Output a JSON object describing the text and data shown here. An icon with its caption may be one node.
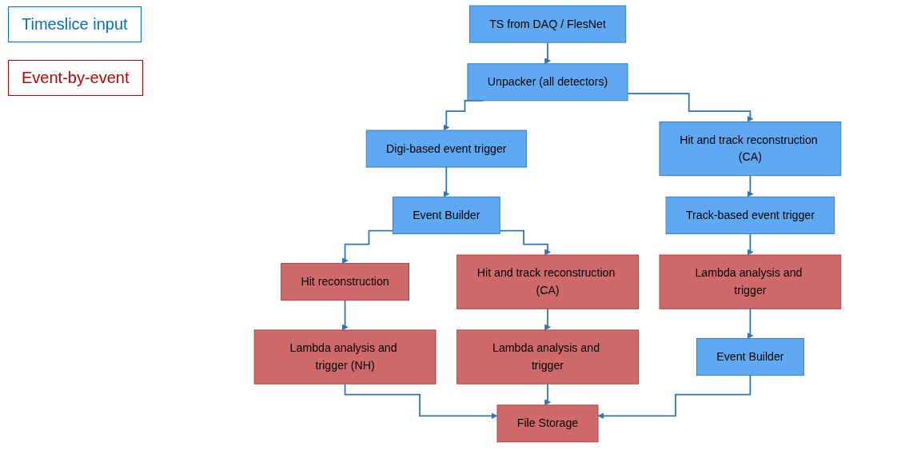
{
  "diagram": {
    "nodes": [
      {
        "text": [
          "TS from DAQ / FlesNet"
        ]
      },
      {
        "text": [
          "Unpacker (all detectors)"
        ]
      },
      {
        "text": [
          "Digi-based event trigger"
        ]
      },
      {
        "text": [
          "Hit and track reconstruction (CA)"
        ]
      },
      {
        "text": [
          "Event Builder"
        ]
      },
      {
        "text": [
          "Track-based event trigger"
        ]
      },
      {
        "text": [
          "Hit reconstruction"
        ]
      },
      {
        "text": [
          "Hit and track reconstruction (CA)"
        ]
      },
      {
        "text": [
          "Lambda analysis and trigger"
        ]
      },
      {
        "text": [
          "Lambda analysis and trigger (NH)"
        ]
      },
      {
        "text": [
          "Lambda analysis and trigger"
        ]
      },
      {
        "text": [
          "Event Builder"
        ]
      },
      {
        "text": [
          "File Storage"
        ]
      }
    ],
    "edges": [
      {
        "from": 0,
        "to": 1,
        "arrow": "to"
      },
      {
        "from": 1,
        "to": 2,
        "arrow": "to"
      },
      {
        "from": 1,
        "to": 3,
        "arrow": "to"
      },
      {
        "from": 2,
        "to": 4,
        "arrow": "to"
      },
      {
        "from": 4,
        "to": 6,
        "arrow": "to"
      },
      {
        "from": 4,
        "to": 7,
        "arrow": "to"
      },
      {
        "from": 3,
        "to": 5,
        "arrow": "to"
      },
      {
        "from": 5,
        "to": 8,
        "arrow": "to"
      },
      {
        "from": 6,
        "to": 9,
        "arrow": "to"
      },
      {
        "from": 7,
        "to": 10,
        "arrow": "to"
      },
      {
        "from": 8,
        "to": 11,
        "arrow": "to"
      },
      {
        "from": 9,
        "to": 12,
        "arrow": "to"
      },
      {
        "from": 10,
        "to": 12,
        "arrow": "to"
      },
      {
        "from": 11,
        "to": 12,
        "arrow": "to"
      }
    ],
    "legend": [
      {
        "text": "Timeslice input",
        "color": "#0070c0"
      },
      {
        "text": "Event-by-event",
        "color": "#c00000"
      }
    ]
  }
}
